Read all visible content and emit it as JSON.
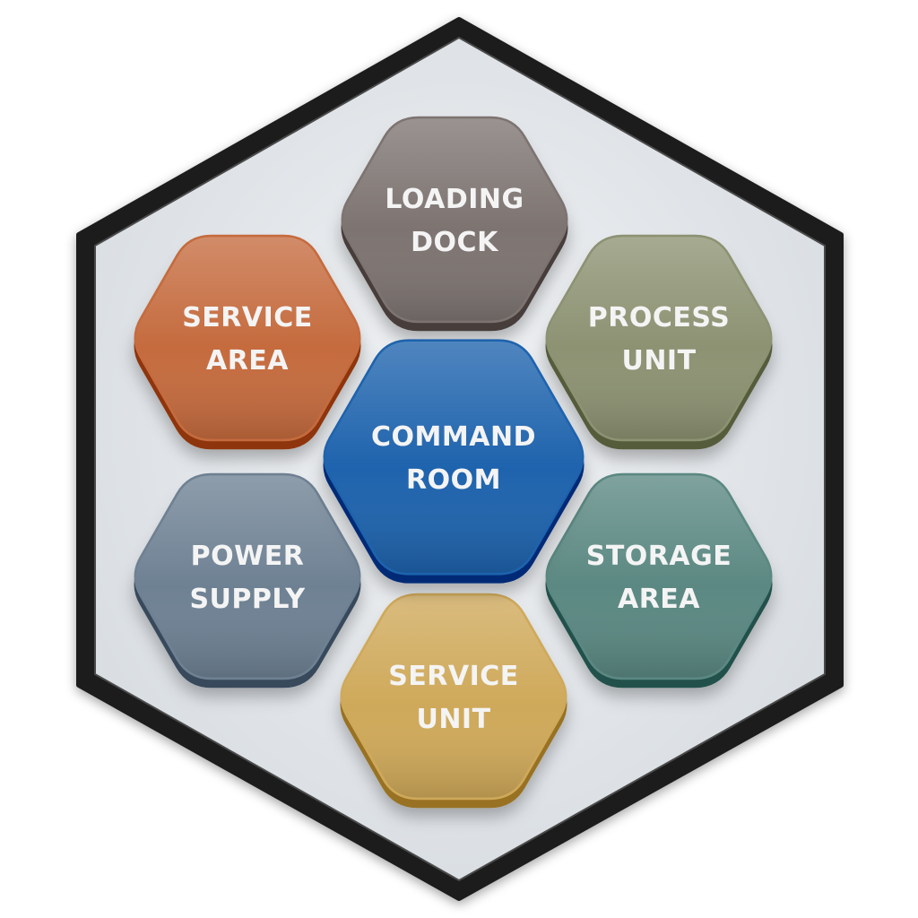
{
  "diagram": {
    "frame_fill": "#e6e9ed",
    "frame_border": "#1c1c1c",
    "label_color": "#f4f4f4",
    "hexagons": [
      {
        "id": "loading-dock",
        "lines": [
          "LOADING",
          "DOCK"
        ],
        "color": "#7d7471"
      },
      {
        "id": "service-area",
        "lines": [
          "SERVICE",
          "AREA"
        ],
        "color": "#c56b3e"
      },
      {
        "id": "process-unit",
        "lines": [
          "PROCESS",
          "UNIT"
        ],
        "color": "#8c9272"
      },
      {
        "id": "command-room",
        "lines": [
          "COMMAND",
          "ROOM"
        ],
        "color": "#1e63ad"
      },
      {
        "id": "power-supply",
        "lines": [
          "POWER",
          "SUPPLY"
        ],
        "color": "#6e8193"
      },
      {
        "id": "storage-area",
        "lines": [
          "STORAGE",
          "AREA"
        ],
        "color": "#5b8882"
      },
      {
        "id": "service-unit",
        "lines": [
          "SERVICE",
          "UNIT"
        ],
        "color": "#cfa95a"
      }
    ]
  }
}
